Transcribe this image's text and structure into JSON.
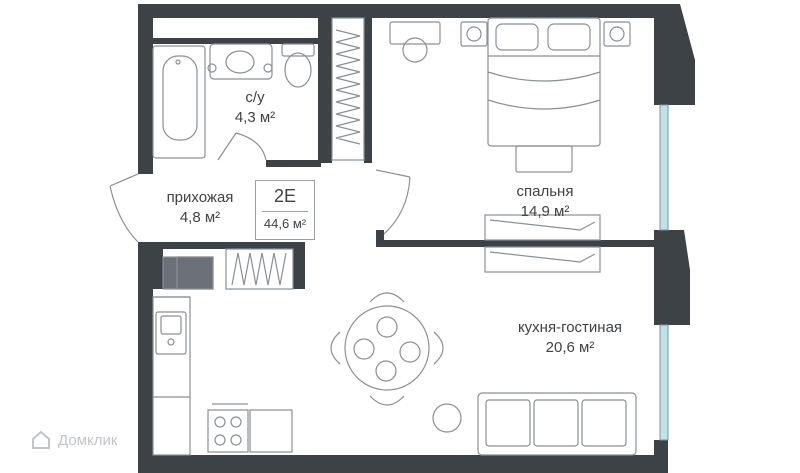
{
  "unit": {
    "code": "2E",
    "total_area": "44,6 м²"
  },
  "rooms": [
    {
      "id": "bathroom",
      "name": "с/у",
      "area": "4,3 м²"
    },
    {
      "id": "hallway",
      "name": "прихожая",
      "area": "4,8 м²"
    },
    {
      "id": "bedroom",
      "name": "спальня",
      "area": "14,9 м²"
    },
    {
      "id": "kitchen-living",
      "name": "кухня-гостиная",
      "area": "20,6 м²"
    }
  ],
  "watermark": {
    "text": "Домклик"
  },
  "colors": {
    "wall": "#3d4246",
    "line": "#8a9096",
    "window": "#bfe3ea",
    "text": "#3f4346",
    "watermark": "#c2c6ca"
  }
}
